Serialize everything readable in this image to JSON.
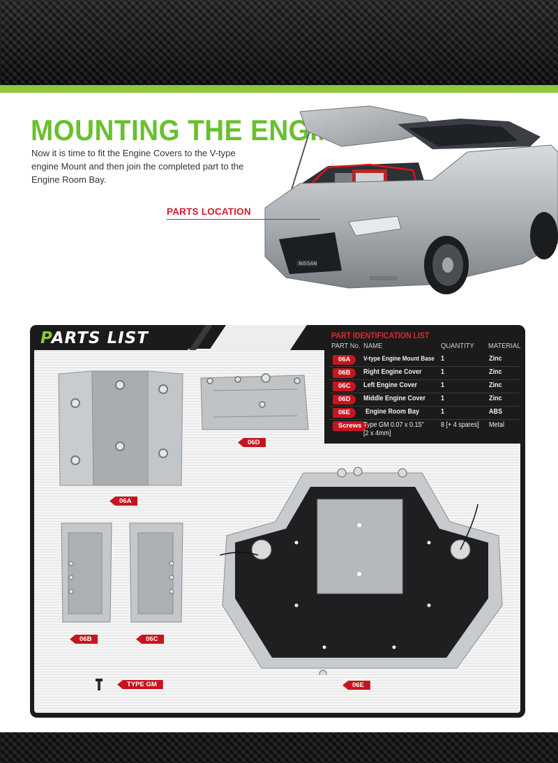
{
  "page": {
    "title": "MOUNTING THE ENGINE",
    "intro": "Now it is time to fit the Engine Covers to the V-type engine Mount and then join the completed part to the Engine Room Bay.",
    "parts_location": "PARTS LOCATION",
    "car_badge": "NISSAN"
  },
  "parts_list": {
    "title_initial": "P",
    "title_rest": "ARTS LIST"
  },
  "id_list": {
    "title": "PART IDENTIFICATION LIST",
    "headers": {
      "part_no": "PART No.",
      "name": "NAME",
      "quantity": "QUANTITY",
      "material": "MATERIAL"
    },
    "rows": [
      {
        "part_no": "06A",
        "name": "V-type Engine Mount Base",
        "quantity": "1",
        "material": "Zinc"
      },
      {
        "part_no": "06B",
        "name": "Right Engine Cover",
        "quantity": "1",
        "material": "Zinc"
      },
      {
        "part_no": "06C",
        "name": "Left Engine Cover",
        "quantity": "1",
        "material": "Zinc"
      },
      {
        "part_no": "06D",
        "name": "Middle Engine Cover",
        "quantity": "1",
        "material": "Zinc"
      },
      {
        "part_no": "06E",
        "name": "Engine Room Bay",
        "quantity": "1",
        "material": "ABS"
      },
      {
        "part_no": "Screws",
        "name": "Type GM 0.07 x 0.15\"",
        "name_line2": "[2 x 4mm]",
        "quantity": "8 [+ 4 spares]",
        "material": "Metal"
      }
    ]
  },
  "labels": {
    "a": "06A",
    "b": "06B",
    "c": "06C",
    "d": "06D",
    "e": "06E",
    "screw": "TYPE GM"
  },
  "colors": {
    "accent_green": "#8dc63f",
    "title_green": "#6abf2f",
    "accent_red": "#c8141f",
    "panel_black": "#1b1b1b"
  }
}
